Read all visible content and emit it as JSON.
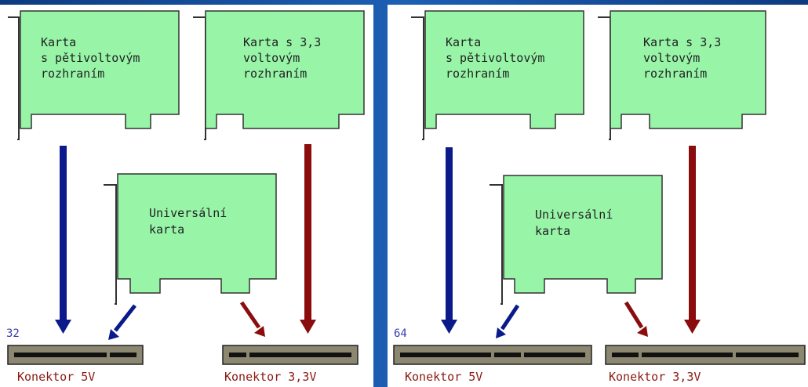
{
  "colors": {
    "card": "#98f5a8",
    "blue_arrow": "#0a1a8a",
    "red_arrow": "#8a0c0c",
    "connector": "#8c8770",
    "slot": "#111111"
  },
  "panels": [
    {
      "width_label": "32",
      "card_5v": [
        "Karta",
        "s pětivoltovým",
        "rozhraním"
      ],
      "card_33v": [
        "Karta s 3,3",
        "voltovým",
        "rozhraním"
      ],
      "card_universal": [
        "Universální",
        "karta"
      ],
      "connector_5v": "Konektor 5V",
      "connector_33v": "Konektor 3,3V"
    },
    {
      "width_label": "64",
      "card_5v": [
        "Karta",
        "s pětivoltovým",
        "rozhraním"
      ],
      "card_33v": [
        "Karta s 3,3",
        "voltovým",
        "rozhraním"
      ],
      "card_universal": [
        "Universální",
        "karta"
      ],
      "connector_5v": "Konektor 5V",
      "connector_33v": "Konektor 3,3V"
    }
  ]
}
